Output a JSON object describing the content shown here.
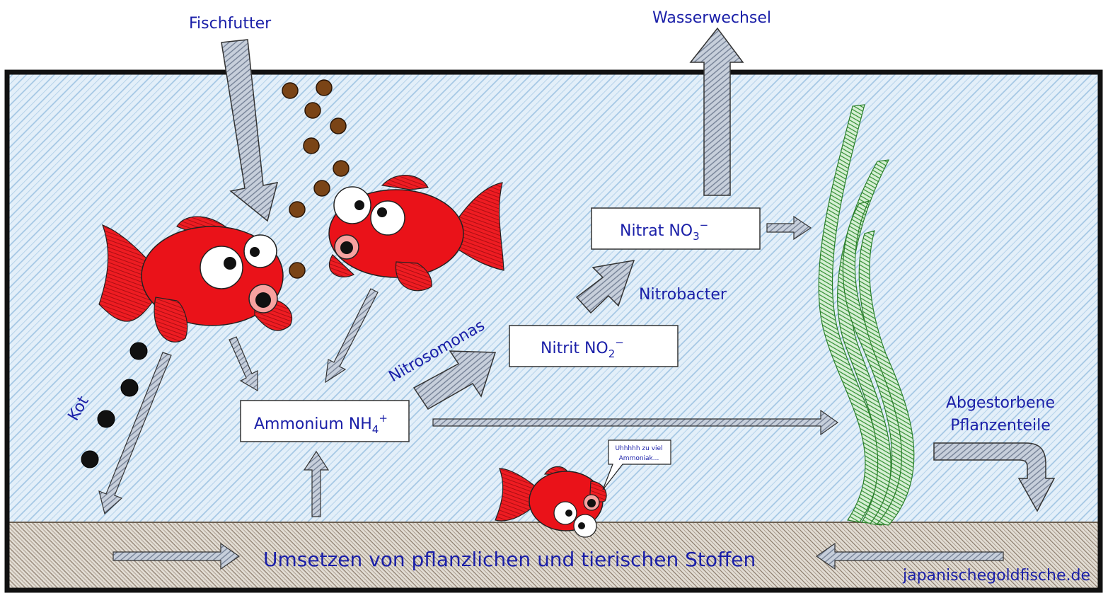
{
  "labels": {
    "fish_food": "Fischfutter",
    "water_change": "Wasserwechsel",
    "waste": "Kot",
    "nitrosomonas": "Nitrosomonas",
    "nitrobacter": "Nitrobacter",
    "dead_plants_line1": "Abgestorbene",
    "dead_plants_line2": "Pflanzenteile",
    "substrate_process": "Umsetzen von pflanzlichen und tierischen Stoffen",
    "website": "japanischegoldfische.de"
  },
  "compounds": {
    "ammonium": {
      "name": "Ammonium NH",
      "sub": "4",
      "sup": "+"
    },
    "nitrite": {
      "name": "Nitrit NO",
      "sub": "2",
      "sup": "−"
    },
    "nitrate": {
      "name": "Nitrat NO",
      "sub": "3",
      "sup": "−"
    }
  },
  "speech_bubble": {
    "line1": "Uhhhhh zu viel",
    "line2": "Ammoniak..."
  },
  "colors": {
    "water": "#dcebf7",
    "hatch": "#9cc3e2",
    "substrate": "#d8d2c8",
    "fish": "#e8121a",
    "plant": "#3a9a3a",
    "text": "#1a1fa8",
    "arrow": "#a9b4c4"
  }
}
